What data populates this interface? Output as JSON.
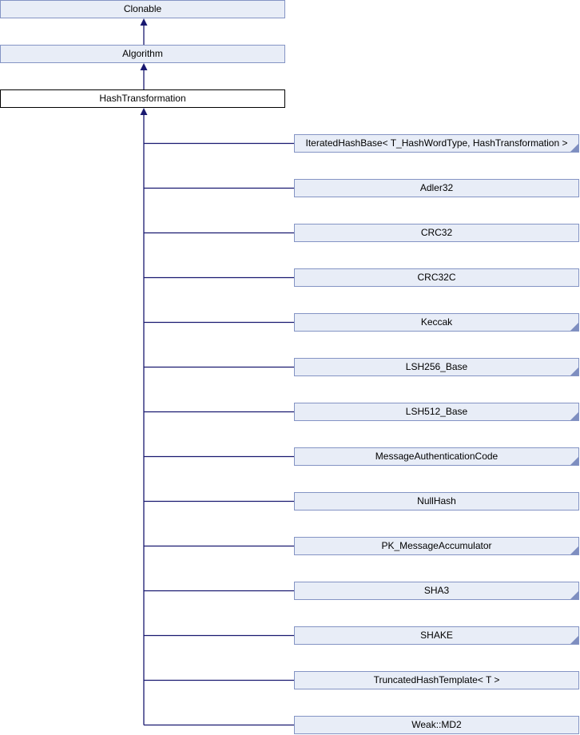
{
  "diagram": {
    "colors": {
      "node_fill": "#E8EDF7",
      "node_border": "#8494C4",
      "focus_fill": "#FFFFFF",
      "focus_border": "#000000",
      "edge": "#191970",
      "fold": "#7E8EC0"
    },
    "ancestors": [
      {
        "label": "Clonable"
      },
      {
        "label": "Algorithm"
      }
    ],
    "focus": {
      "label": "HashTransformation"
    },
    "derived": [
      {
        "label": "IteratedHashBase< T_HashWordType, HashTransformation >",
        "truncated": true
      },
      {
        "label": "Adler32",
        "truncated": false
      },
      {
        "label": "CRC32",
        "truncated": false
      },
      {
        "label": "CRC32C",
        "truncated": false
      },
      {
        "label": "Keccak",
        "truncated": true
      },
      {
        "label": "LSH256_Base",
        "truncated": true
      },
      {
        "label": "LSH512_Base",
        "truncated": true
      },
      {
        "label": "MessageAuthenticationCode",
        "truncated": true
      },
      {
        "label": "NullHash",
        "truncated": false
      },
      {
        "label": "PK_MessageAccumulator",
        "truncated": true
      },
      {
        "label": "SHA3",
        "truncated": true
      },
      {
        "label": "SHAKE",
        "truncated": true
      },
      {
        "label": "TruncatedHashTemplate< T >",
        "truncated": false
      },
      {
        "label": "Weak::MD2",
        "truncated": false
      }
    ]
  }
}
